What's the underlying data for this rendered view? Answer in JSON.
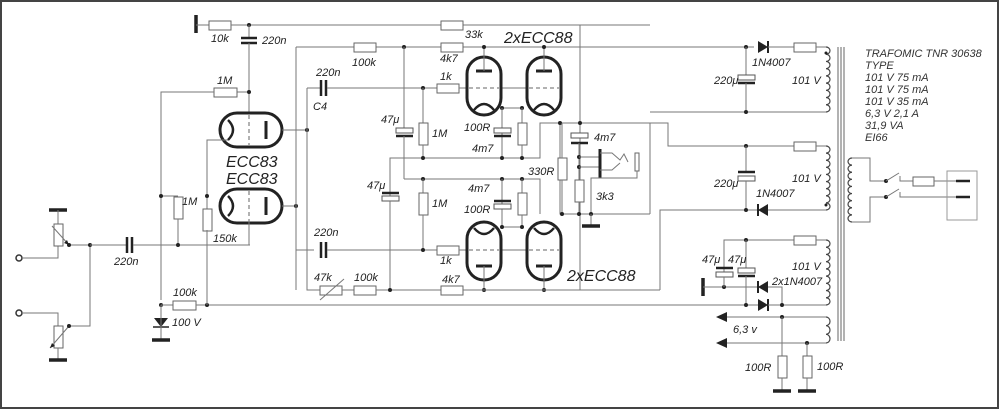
{
  "tubes": {
    "input_top": "ECC83",
    "input_bottom": "ECC83",
    "output_top": "2xECC88",
    "output_bottom": "2xECC88"
  },
  "components": {
    "r_10k": "10k",
    "c_220n_top": "220n",
    "r_1M_feedback": "1M",
    "r_1M_grid": "1M",
    "r_150k": "150k",
    "c_220n_input": "220n",
    "r_100k_zener": "100k",
    "zener": "100 V",
    "r_33k": "33k",
    "r_100k_top": "100k",
    "r_4k7_top": "4k7",
    "c_220n_c4": "220n",
    "c4_name": "C4",
    "r_1k_top": "1k",
    "c_47u_top": "47μ",
    "r_1M_top": "1M",
    "r_100R_top": "100R",
    "c_4m7_top": "4m7",
    "c_4m7_out": "4m7",
    "r_330R": "330R",
    "r_3k3": "3k3",
    "c_47u_mid": "47μ",
    "r_1M_bot": "1M",
    "c_4m7_bot": "4m7",
    "r_100R_bot": "100R",
    "c_220n_bot": "220n",
    "r_1k_bot": "1k",
    "pot_47k": "47k",
    "r_100k_bot": "100k",
    "r_4k7_bot": "4k7",
    "diode_top": "1N4007",
    "c_220u_top": "220μ",
    "v_top": "101 V",
    "c_220u_mid": "220μ",
    "v_mid": "101 V",
    "diode_mid": "1N4007",
    "c_47u_a": "47μ",
    "c_47u_b": "47μ",
    "v_bot": "101 V",
    "diode_pair": "2x1N4007",
    "heater": "6,3 v",
    "r_100R_h1": "100R",
    "r_100R_h2": "100R"
  },
  "transformer": {
    "lines": [
      "TRAFOMIC TNR 30638",
      "TYPE",
      "101 V 75 mA",
      "101 V 75 mA",
      "101 V 35 mA",
      "6,3 V 2,1 A",
      "31,9 VA",
      "EI66"
    ]
  }
}
